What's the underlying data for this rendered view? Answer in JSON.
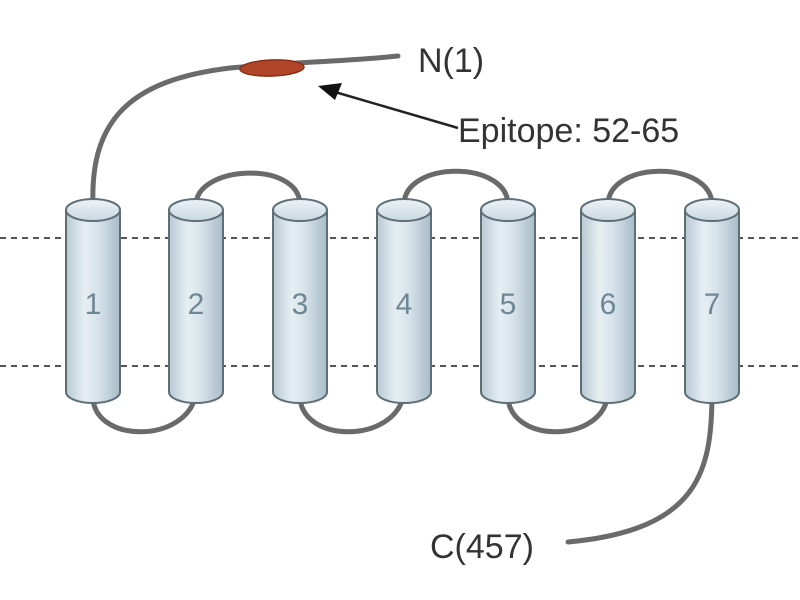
{
  "diagram": {
    "n_terminus_label": "N(1)",
    "c_terminus_label": "C(457)",
    "epitope_label": "Epitope: 52-65",
    "helices": [
      "1",
      "2",
      "3",
      "4",
      "5",
      "6",
      "7"
    ],
    "colors": {
      "helix_fill": "#d3e0e8",
      "helix_stroke": "#5f6f78",
      "loop": "#6a6a6a",
      "epitope": "#b0452a",
      "membrane_line": "#555555",
      "text": "#333333"
    }
  }
}
